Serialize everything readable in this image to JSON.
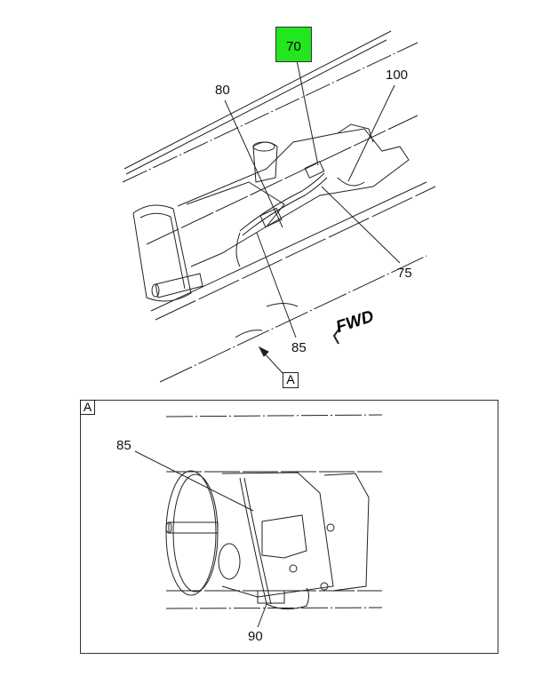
{
  "main_view": {
    "callouts": {
      "c70": "70",
      "c80": "80",
      "c100": "100",
      "c75": "75",
      "c85": "85"
    },
    "highlighted_callout_color": "#22e61f",
    "direction_label": "FWD",
    "view_marker": "A"
  },
  "detail_view": {
    "label": "A",
    "callouts": {
      "c85": "85",
      "c90": "90"
    }
  }
}
